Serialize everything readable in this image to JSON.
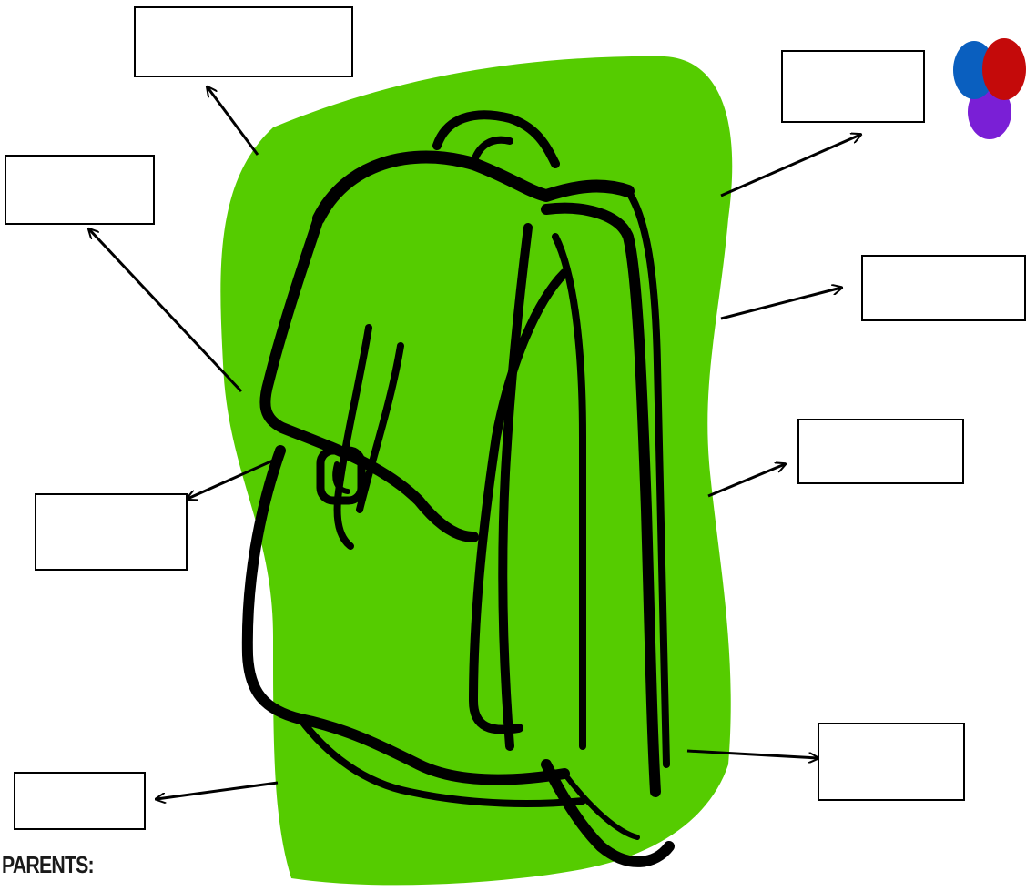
{
  "footer": {
    "parents_label": "PARENTS:"
  },
  "colors": {
    "backpack_fill": "#55cc00",
    "outline": "#000000",
    "dot_blue": "#0a5fbf",
    "dot_red": "#c40a0a",
    "dot_purple": "#7a1fd6"
  },
  "label_boxes": [
    {
      "id": "top",
      "text": ""
    },
    {
      "id": "left-upper",
      "text": ""
    },
    {
      "id": "left-mid",
      "text": ""
    },
    {
      "id": "left-bottom",
      "text": ""
    },
    {
      "id": "right-top",
      "text": ""
    },
    {
      "id": "right-2",
      "text": ""
    },
    {
      "id": "right-3",
      "text": ""
    },
    {
      "id": "right-bottom",
      "text": ""
    }
  ],
  "icons": [
    "backpack-icon",
    "color-dots-icon"
  ]
}
